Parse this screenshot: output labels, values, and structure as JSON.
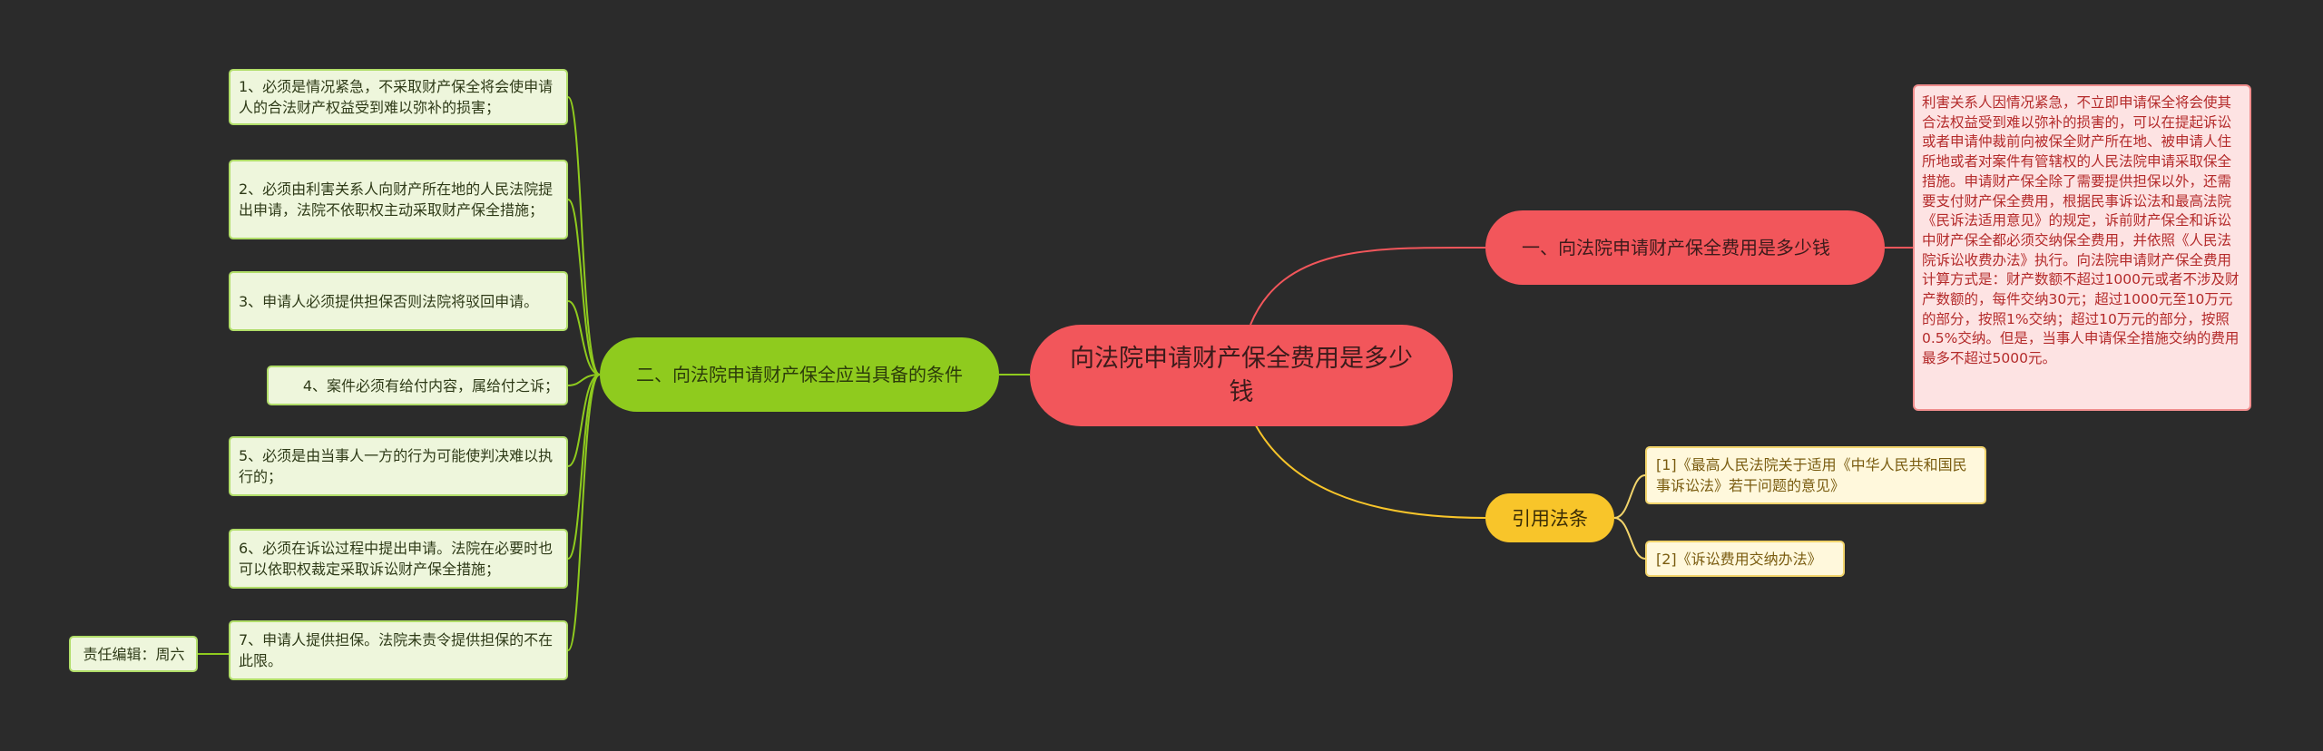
{
  "colors": {
    "background": "#2b2b2b",
    "root": "#f2565b",
    "branch_red": "#f2565b",
    "branch_green": "#8fcb1e",
    "branch_yellow": "#f8c52a",
    "detail_bg": "#fde3e3",
    "detail_text": "#b42b2b",
    "leaf_bg": "#eef6dc",
    "ref_bg": "#fff8dc"
  },
  "root": {
    "title": "向法院申请财产保全费用是多少钱"
  },
  "branches": {
    "fees": {
      "label": "一、向法院申请财产保全费用是多少钱",
      "detail": "利害关系人因情况紧急，不立即申请保全将会使其合法权益受到难以弥补的损害的，可以在提起诉讼或者申请仲裁前向被保全财产所在地、被申请人住所地或者对案件有管辖权的人民法院申请采取保全措施。申请财产保全除了需要提供担保以外，还需要支付财产保全费用，根据民事诉讼法和最高法院《民诉法适用意见》的规定，诉前财产保全和诉讼中财产保全都必须交纳保全费用，并依照《人民法院诉讼收费办法》执行。向法院申请财产保全费用计算方式是：财产数额不超过1000元或者不涉及财产数额的，每件交纳30元；超过1000元至10万元的部分，按照1%交纳；超过10万元的部分，按照0.5%交纳。但是，当事人申请保全措施交纳的费用最多不超过5000元。"
    },
    "conditions": {
      "label": "二、向法院申请财产保全应当具备的条件",
      "items": [
        "1、必须是情况紧急，不采取财产保全将会使申请人的合法财产权益受到难以弥补的损害；",
        "2、必须由利害关系人向财产所在地的人民法院提出申请，法院不依职权主动采取财产保全措施；",
        "3、申请人必须提供担保否则法院将驳回申请。",
        "4、案件必须有给付内容，属给付之诉；",
        "5、必须是由当事人一方的行为可能使判决难以执行的；",
        "6、必须在诉讼过程中提出申请。法院在必要时也可以依职权裁定采取诉讼财产保全措施；",
        "7、申请人提供担保。法院未责令提供担保的不在此限。"
      ],
      "editor": "责任编辑：周六"
    },
    "laws": {
      "label": "引用法条",
      "items": [
        "[1]《最高人民法院关于适用《中华人民共和国民事诉讼法》若干问题的意见》",
        "[2]《诉讼费用交纳办法》"
      ]
    }
  }
}
